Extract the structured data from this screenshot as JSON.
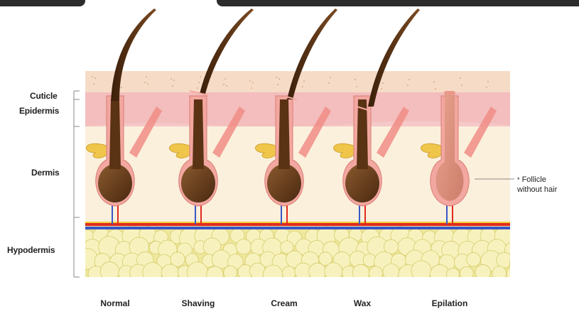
{
  "layers": {
    "cuticle": "Cuticle",
    "epidermis": "Epidermis",
    "dermis": "Dermis",
    "hypodermis": "Hypodermis"
  },
  "methods": [
    "Normal",
    "Shaving",
    "Cream",
    "Wax",
    "Epilation"
  ],
  "annotation": {
    "marker": "*",
    "line1": "Follicle",
    "line2": "without hair"
  },
  "colors": {
    "cuticle": "#f6dcc7",
    "epidermis": "#f4c9c7",
    "dermis": "#fbf0dc",
    "hypodermis": "#efe79b",
    "fat_cell": "#f7f2bd",
    "hair": "#5a3214",
    "bulb": "#6b3d1c",
    "follicle": "#f2a7a0",
    "artery": "#e12a1f",
    "vein": "#3b56c8",
    "gland": "#f0c64a"
  }
}
